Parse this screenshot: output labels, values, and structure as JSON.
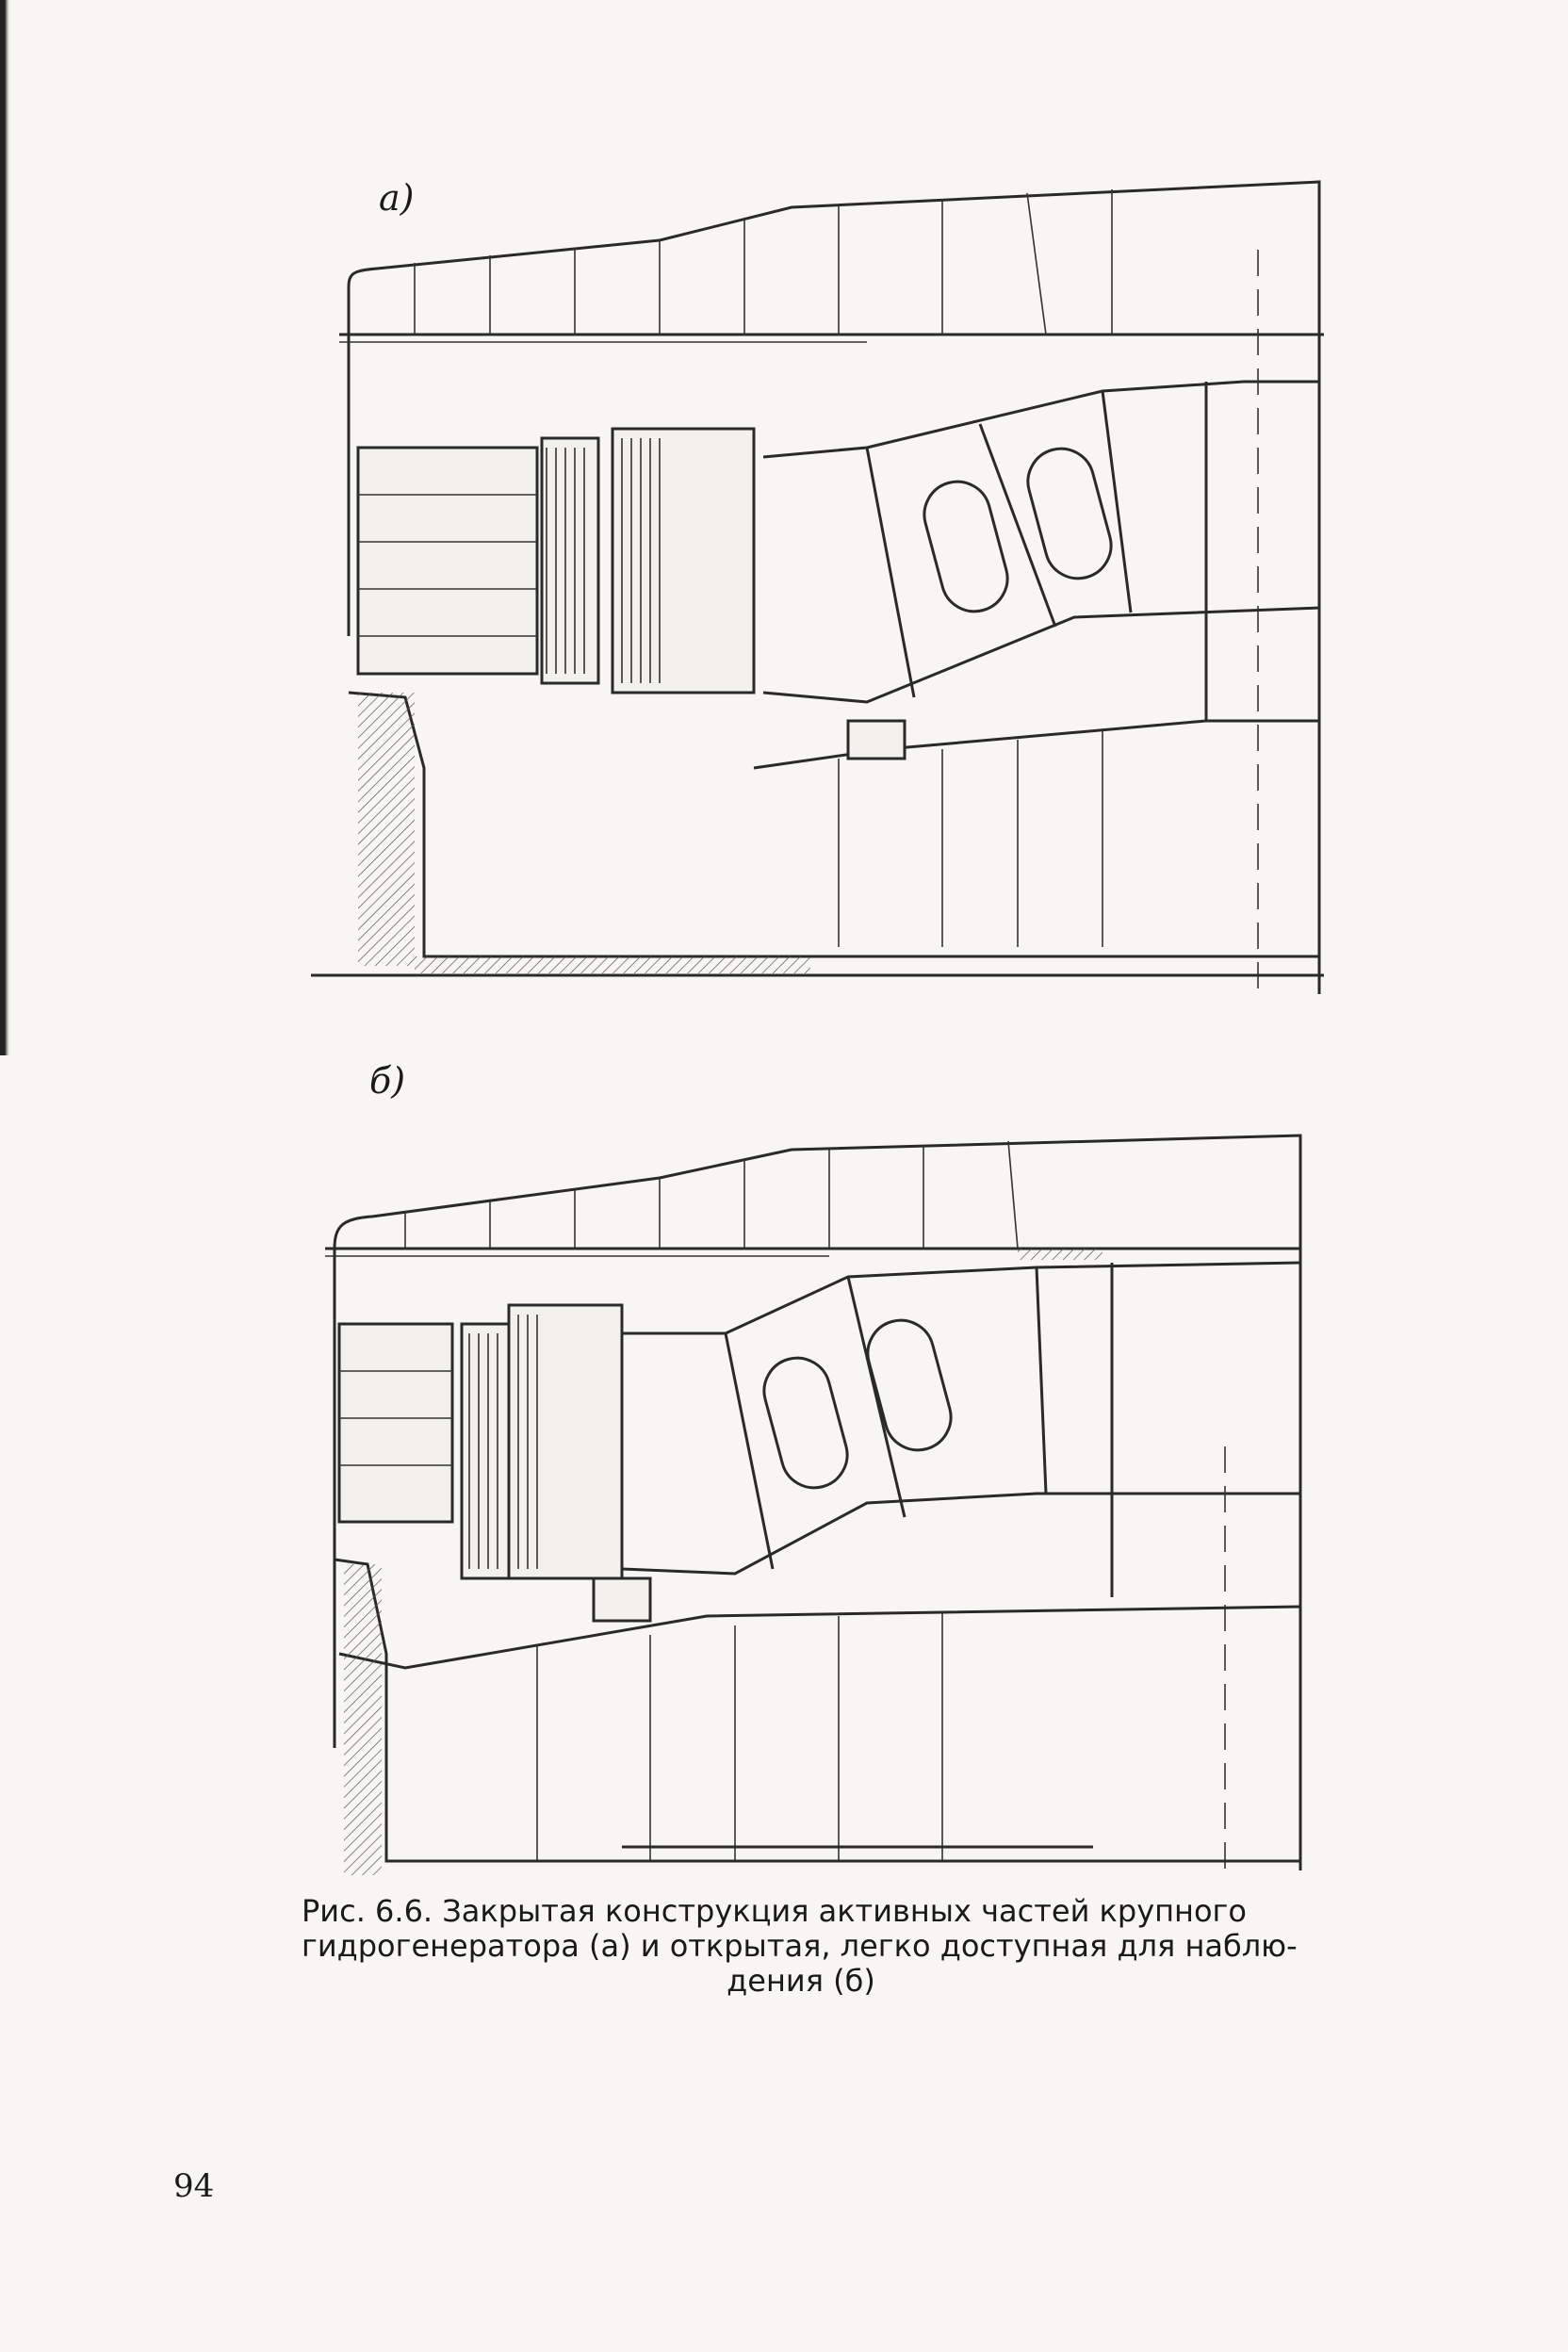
{
  "figures": {
    "a": {
      "label": "а)"
    },
    "b": {
      "label": "б)"
    }
  },
  "caption": {
    "prefix": "Рис. 6.6.",
    "text_line1": "Закрытая конструкция активных частей крупного",
    "text_line2": "гидрогенератора (а) и открытая, легко доступная для наблю-",
    "text_line3": "дения (б)"
  },
  "page": {
    "number": "94"
  }
}
